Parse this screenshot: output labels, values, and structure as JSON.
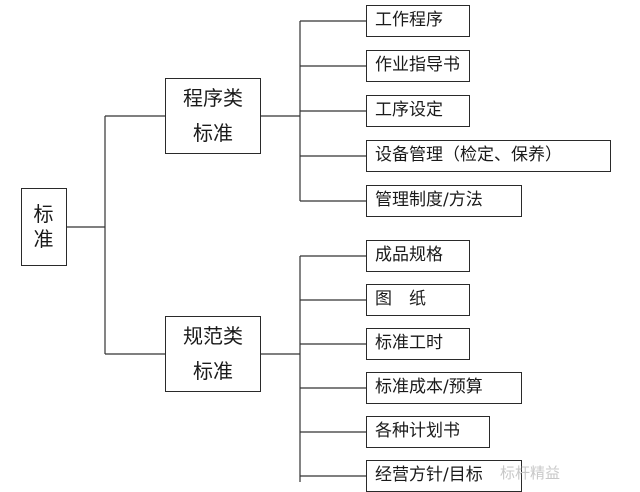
{
  "root": {
    "line1": "标",
    "line2": "准"
  },
  "groups": [
    {
      "line1": "程序类",
      "line2": "标准",
      "items": [
        "工作程序",
        "作业指导书",
        "工序设定",
        "设备管理（检定、保养）",
        "管理制度/方法"
      ]
    },
    {
      "line1": "规范类",
      "line2": "标准",
      "items": [
        "成品规格",
        "图　纸",
        "标准工时",
        "标准成本/预算",
        "各种计划书",
        "经营方针/目标"
      ]
    }
  ],
  "watermark": "标杆精益"
}
